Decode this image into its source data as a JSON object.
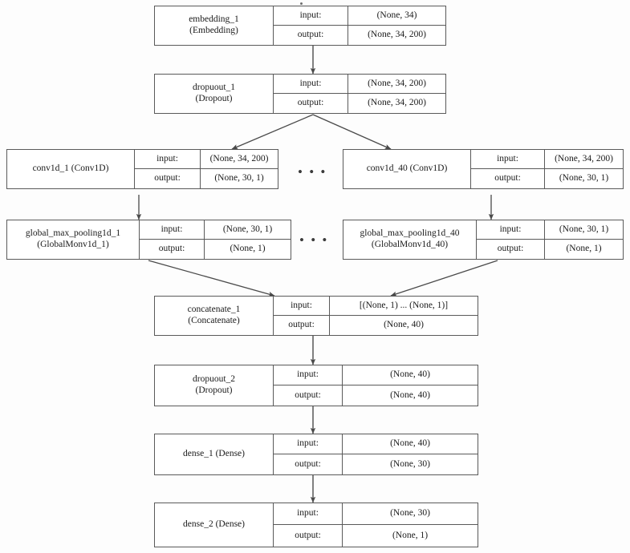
{
  "diagram": {
    "title": "Keras model architecture graph",
    "io_labels": {
      "input": "input:",
      "output": "output:"
    },
    "ellipsis": "• • •",
    "stroke_color": "#5a5a5a",
    "background_color": "#fdfdfd"
  },
  "nodes": {
    "embedding_1": {
      "name_line1": "embedding_1",
      "name_line2": "(Embedding)",
      "input_shape": "(None, 34)",
      "output_shape": "(None, 34, 200)"
    },
    "dropout_1": {
      "name_line1": "dropuout_1",
      "name_line2": "(Dropout)",
      "input_shape": "(None, 34, 200)",
      "output_shape": "(None, 34, 200)"
    },
    "conv1d_1": {
      "name_line1": "conv1d_1 (Conv1D)",
      "name_line2": "",
      "input_shape": "(None, 34, 200)",
      "output_shape": "(None, 30, 1)"
    },
    "conv1d_40": {
      "name_line1": "conv1d_40 (Conv1D)",
      "name_line2": "",
      "input_shape": "(None, 34, 200)",
      "output_shape": "(None, 30, 1)"
    },
    "gmp_1": {
      "name_line1": "global_max_pooling1d_1",
      "name_line2": "(GlobalMonv1d_1)",
      "input_shape": "(None, 30, 1)",
      "output_shape": "(None, 1)"
    },
    "gmp_40": {
      "name_line1": "global_max_pooling1d_40",
      "name_line2": "(GlobalMonv1d_40)",
      "input_shape": "(None, 30, 1)",
      "output_shape": "(None, 1)"
    },
    "concatenate_1": {
      "name_line1": "concatenate_1",
      "name_line2": "(Concatenate)",
      "input_shape": "[(None, 1) ... (None, 1)]",
      "output_shape": "(None, 40)"
    },
    "dropout_2": {
      "name_line1": "dropuout_2",
      "name_line2": "(Dropout)",
      "input_shape": "(None, 40)",
      "output_shape": "(None, 40)"
    },
    "dense_1": {
      "name_line1": "dense_1 (Dense)",
      "name_line2": "",
      "input_shape": "(None, 40)",
      "output_shape": "(None, 30)"
    },
    "dense_2": {
      "name_line1": "dense_2 (Dense)",
      "name_line2": "",
      "input_shape": "(None, 30)",
      "output_shape": "(None, 1)"
    }
  }
}
